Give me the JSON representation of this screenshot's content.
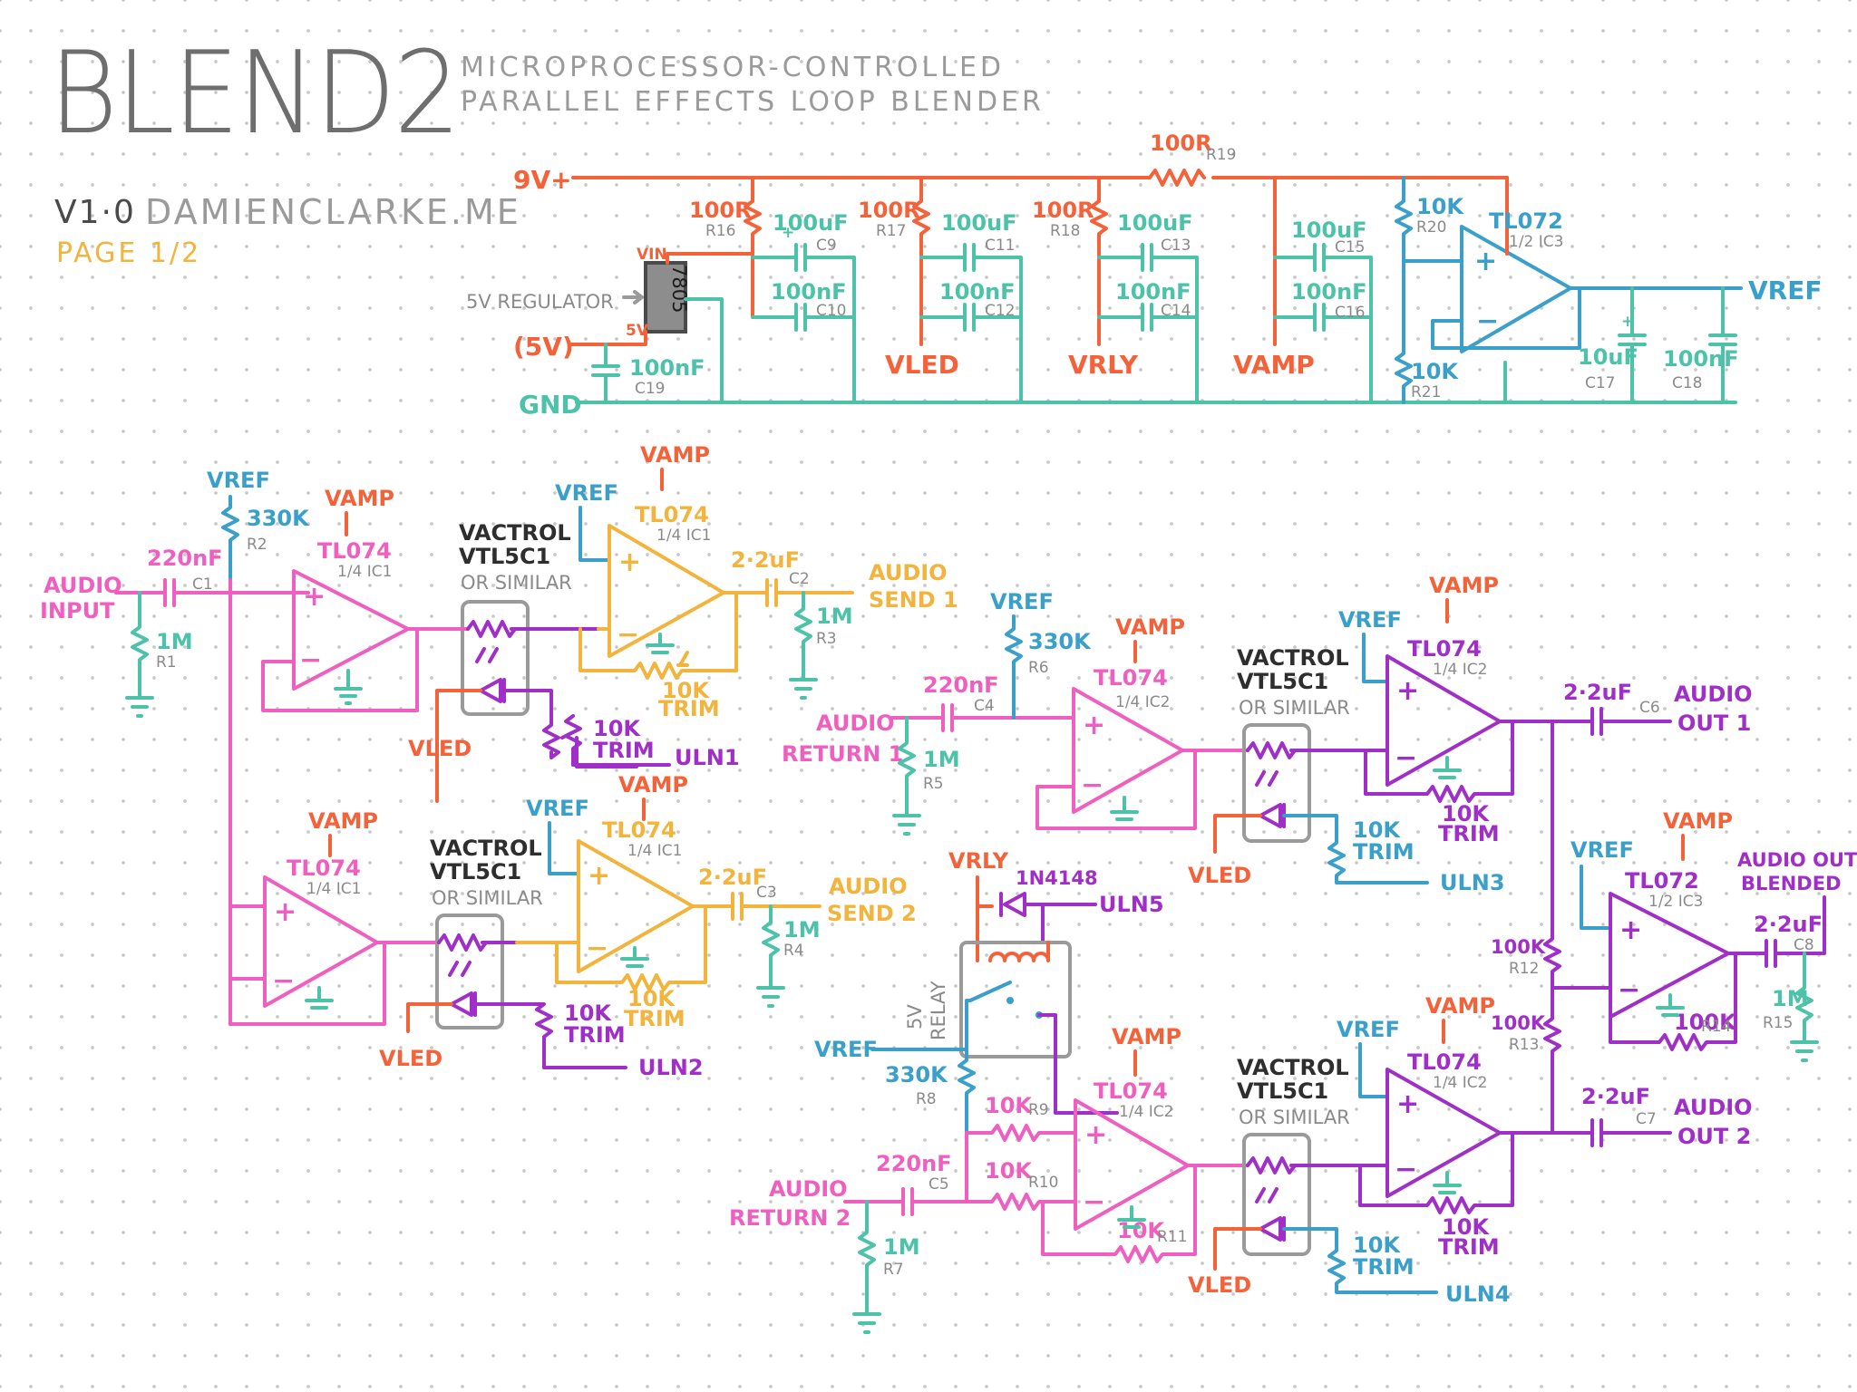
{
  "header": {
    "title": "BLEND2",
    "subtitle_line1": "MICROPROCESSOR-CONTROLLED",
    "subtitle_line2": "PARALLEL EFFECTS LOOP BLENDER",
    "version": "V1·0",
    "website": "DAMIENCLARKE.ME",
    "page": "PAGE 1/2"
  },
  "colors": {
    "power": "#f4623a",
    "ground": "#4cc3a9",
    "vref": "#3ba0c9",
    "input_stage": "#ef5fbf",
    "send_stage": "#f2b43c",
    "output_stage": "#a02fc8",
    "vactrol": "#9a9a9a",
    "text_gray": "#8a8a8a"
  },
  "power_section": {
    "rail_9v": "9V+",
    "rail_5v": "(5V)",
    "gnd": "GND",
    "regulator_label": "5V REGULATOR",
    "regulator_part": "7805",
    "vin": "VIN",
    "pin_5v": "5V",
    "r16": "100R",
    "r16_ref": "R16",
    "r17": "100R",
    "r17_ref": "R17",
    "r18": "100R",
    "r18_ref": "R18",
    "r19": "100R",
    "r19_ref": "R19",
    "c9": "100uF",
    "c9_ref": "C9",
    "c10": "100nF",
    "c10_ref": "C10",
    "c11": "100uF",
    "c11_ref": "C11",
    "c12": "100nF",
    "c12_ref": "C12",
    "c13": "100uF",
    "c13_ref": "C13",
    "c14": "100nF",
    "c14_ref": "C14",
    "c15": "100uF",
    "c15_ref": "C15",
    "c16": "100nF",
    "c16_ref": "C16",
    "c19": "100nF",
    "c19_ref": "C19",
    "vled": "VLED",
    "vrly": "VRLY",
    "vamp": "VAMP",
    "r20": "10K",
    "r20_ref": "R20",
    "r21": "10K",
    "r21_ref": "R21",
    "ic3": "TL072",
    "ic3_sub": "1/2 IC3",
    "c17": "10uF",
    "c17_ref": "C17",
    "c18": "100nF",
    "c18_ref": "C18",
    "vref": "VREF"
  },
  "input_section": {
    "audio_input": [
      "AUDIO",
      "INPUT"
    ],
    "c1": "220nF",
    "c1_ref": "C1",
    "r1": "1M",
    "r1_ref": "R1",
    "vref": "VREF",
    "r2": "330K",
    "r2_ref": "R2",
    "vamp": "VAMP",
    "opamp": "TL074",
    "opamp_sub": "1/4 IC1"
  },
  "send1": {
    "vactrol": [
      "VACTROL",
      "VTL5C1"
    ],
    "similar": "OR SIMILAR",
    "vref": "VREF",
    "vamp": "VAMP",
    "opamp": "TL074",
    "opamp_sub": "1/4 IC1",
    "c2": "2·2uF",
    "c2_ref": "C2",
    "r3": "1M",
    "r3_ref": "R3",
    "trim": [
      "10K",
      "TRIM"
    ],
    "trim2": [
      "10K",
      "TRIM"
    ],
    "out": [
      "AUDIO",
      "SEND 1"
    ],
    "vled": "VLED",
    "uln": "ULN1"
  },
  "send2": {
    "vamp_left": "VAMP",
    "opamp_left": "TL074",
    "opamp_left_sub": "1/4 IC1",
    "vactrol": [
      "VACTROL",
      "VTL5C1"
    ],
    "similar": "OR SIMILAR",
    "vref": "VREF",
    "vamp": "VAMP",
    "opamp": "TL074",
    "opamp_sub": "1/4 IC1",
    "c3": "2·2uF",
    "c3_ref": "C3",
    "r4": "1M",
    "r4_ref": "R4",
    "trim": [
      "10K",
      "TRIM"
    ],
    "trim2": [
      "10K",
      "TRIM"
    ],
    "out": [
      "AUDIO",
      "SEND 2"
    ],
    "vled": "VLED",
    "uln": "ULN2"
  },
  "return1": {
    "in": [
      "AUDIO",
      "RETURN 1"
    ],
    "c4": "220nF",
    "c4_ref": "C4",
    "r5": "1M",
    "r5_ref": "R5",
    "vref": "VREF",
    "r6": "330K",
    "r6_ref": "R6",
    "vamp": "VAMP",
    "opamp": "TL074",
    "opamp_sub": "1/4 IC2",
    "vactrol": [
      "VACTROL",
      "VTL5C1"
    ],
    "similar": "OR SIMILAR",
    "vref2": "VREF",
    "vamp2": "VAMP",
    "opamp2": "TL074",
    "opamp2_sub": "1/4 IC2",
    "c6": "2·2uF",
    "c6_ref": "C6",
    "out": [
      "AUDIO",
      "OUT 1"
    ],
    "trim": [
      "10K",
      "TRIM"
    ],
    "trim2": [
      "10K",
      "TRIM"
    ],
    "vled": "VLED",
    "uln": "ULN3"
  },
  "relay": {
    "vrly": "VRLY",
    "diode": "1N4148",
    "uln": "ULN5",
    "relay_label": [
      "5V",
      "RELAY"
    ],
    "vref": "VREF"
  },
  "return2": {
    "in": [
      "AUDIO",
      "RETURN 2"
    ],
    "c5": "220nF",
    "c5_ref": "C5",
    "r7": "1M",
    "r7_ref": "R7",
    "r8": "330K",
    "r8_ref": "R8",
    "r9": "10K",
    "r9_ref": "R9",
    "r10": "10K",
    "r10_ref": "R10",
    "r11": "10K",
    "r11_ref": "R11",
    "vamp": "VAMP",
    "opamp": "TL074",
    "opamp_sub": "1/4 IC2",
    "vactrol": [
      "VACTROL",
      "VTL5C1"
    ],
    "similar": "OR SIMILAR",
    "vref2": "VREF",
    "vamp2": "VAMP",
    "opamp2": "TL074",
    "opamp2_sub": "1/4 IC2",
    "c7": "2·2uF",
    "c7_ref": "C7",
    "out": [
      "AUDIO",
      "OUT 2"
    ],
    "trim": [
      "10K",
      "TRIM"
    ],
    "trim2": [
      "10K",
      "TRIM"
    ],
    "vled": "VLED",
    "uln": "ULN4"
  },
  "blend": {
    "r12": "100K",
    "r12_ref": "R12",
    "r13": "100K",
    "r13_ref": "R13",
    "vref": "VREF",
    "vamp": "VAMP",
    "opamp": "TL072",
    "opamp_sub": "1/2 IC3",
    "r14": "100K",
    "r14_ref": "R14",
    "c8": "2·2uF",
    "c8_ref": "C8",
    "r15": "1M",
    "r15_ref": "R15",
    "out": [
      "AUDIO OUT",
      "BLENDED"
    ]
  }
}
